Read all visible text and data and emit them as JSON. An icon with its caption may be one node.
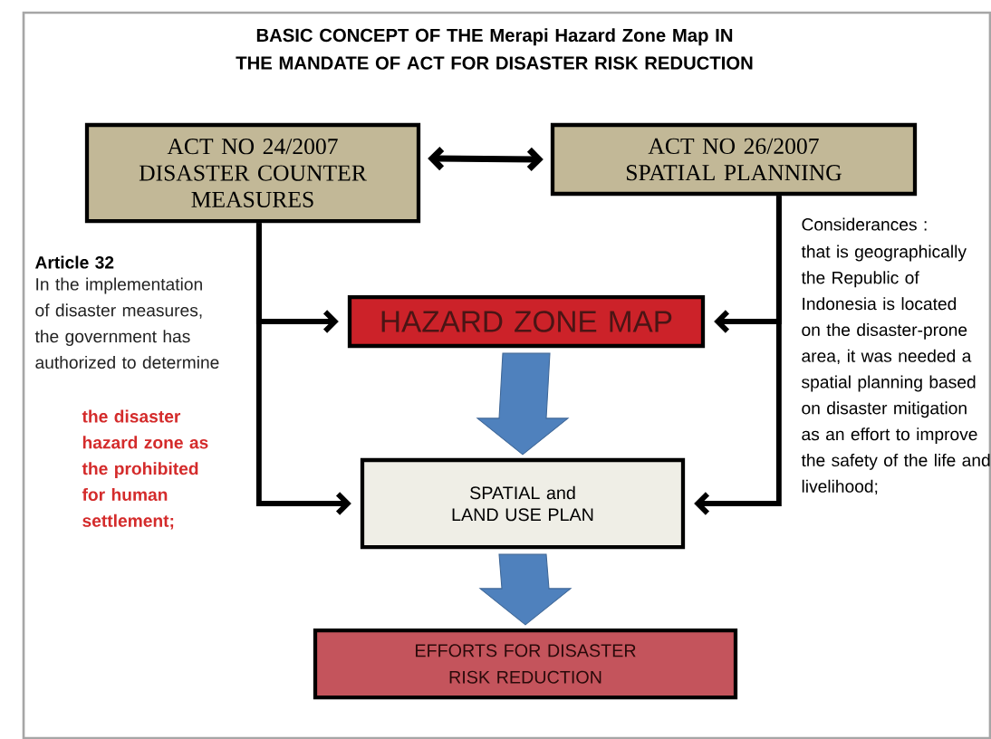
{
  "diagram": {
    "title": "BASIC CONCEPT OF THE Merapi Hazard Zone Map IN THE MANDATE OF ACT FOR DISASTER RISK REDUCTION",
    "nodes": [
      {
        "text": [
          "ACT NO 24/2007",
          "DISASTER COUNTER MEASURES"
        ]
      },
      {
        "text": [
          "ACT NO 26/2007",
          "SPATIAL PLANNING"
        ]
      },
      {
        "text": [
          "HAZARD ZONE MAP"
        ]
      },
      {
        "text": [
          "SPATIAL and LAND USE PLAN"
        ]
      },
      {
        "text": [
          "EFFORTS FOR DISASTER RISK REDUCTION"
        ]
      }
    ],
    "edges": [
      {
        "from": 0,
        "to": 1,
        "arrow": "both"
      },
      {
        "from": 0,
        "to": 2,
        "arrow": "to"
      },
      {
        "from": 0,
        "to": 3,
        "arrow": "to"
      },
      {
        "from": 1,
        "to": 2,
        "arrow": "to"
      },
      {
        "from": 1,
        "to": 3,
        "arrow": "to"
      },
      {
        "from": 2,
        "to": 3,
        "arrow": "to",
        "style": "thick",
        "color": "#4f81bd"
      },
      {
        "from": 3,
        "to": 4,
        "arrow": "to",
        "style": "thick",
        "color": "#4f81bd"
      }
    ],
    "labels": [
      "Article 32",
      "In the implementation of disaster measures, the government has authorized to determine",
      "the disaster hazard zone as the prohibited for human settlement;",
      "Considerances :",
      "that is geographically the Republic of Indonesia is located on the disaster-prone area, it was needed a spatial planning based on disaster mitigation as an effort to improve the safety of the life and livelihood;"
    ]
  }
}
